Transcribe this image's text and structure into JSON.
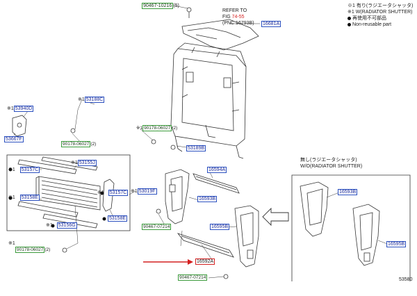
{
  "legend": {
    "l1": "※1 有り(ラジエータシャッタ)",
    "l2": "※1 W(RADIATOR SHUTTER)",
    "l3": "再使用不可部品",
    "l4": "Non-reusable part"
  },
  "refer": {
    "line1": "REFER TO",
    "line2_prefix": "FIG ",
    "line2_link": "74-55",
    "line3": "(PNC 16793B)"
  },
  "without": {
    "jp": "無し(ラジエータシャッタ)",
    "en": "W/O(RADIATOR SHUTTER)"
  },
  "figure_id": "53580",
  "parts": {
    "p9046710216": "90467-10216",
    "p9046710216_qty": "(5)",
    "p16681A": "16681A",
    "p53188C": "53188C",
    "p53940D": "53940D",
    "p53667F": "53667F",
    "p9017806027a": "90178-06027",
    "p9017806027a_qty": "(2)",
    "p9017806027b": "90178-06027",
    "p9017806027b_qty": "(2)",
    "p53189B": "53189B",
    "p53157C_a": "53157C",
    "p53155J": "53155J",
    "p53157C_b": "53157C",
    "p53158E_a": "53158E",
    "p53019F": "53019F",
    "p53158E_b": "53158E",
    "p53156G": "53156G",
    "p9017806027c": "90178-06027",
    "p9017806027c_qty": "(2)",
    "p16594A": "16594A",
    "p16593B_a": "16593B",
    "p9046707214a": "90467-07214",
    "p16595B_a": "16595B",
    "p16592A": "16592A",
    "p9046707214b": "90467-07214",
    "p16593B_b": "16593B",
    "p16595B_b": "16595B"
  },
  "marks": {
    "x1": "※1"
  },
  "colors": {
    "link_blue": "#2a4fbf",
    "text_blue": "#1a2a9a",
    "green": "#3a9a3a",
    "highlight_red": "#d42020",
    "line": "#333333"
  }
}
